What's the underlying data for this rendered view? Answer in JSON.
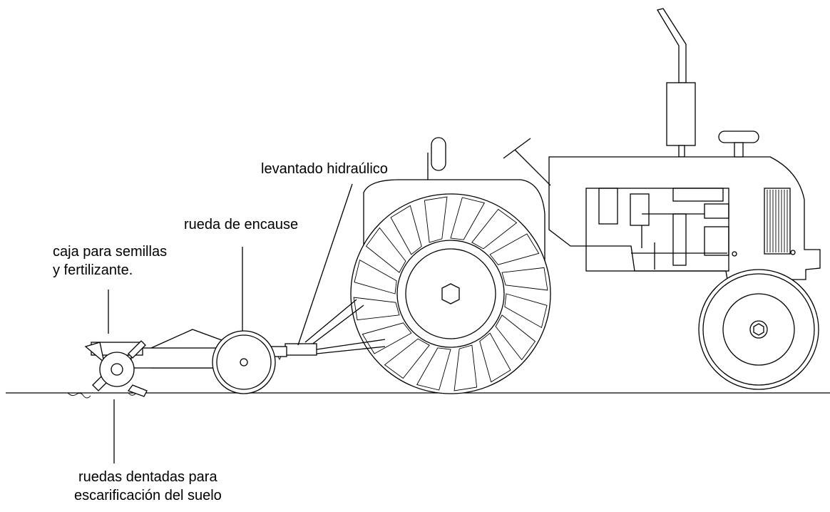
{
  "labels": {
    "hydraulic_lift": "levantado hidraúlico",
    "depth_wheel": "rueda de encause",
    "seed_box_line1": "caja para semillas",
    "seed_box_line2": "y fertilizante.",
    "scarifier_line1": "ruedas dentadas para",
    "scarifier_line2": "escarificación del suelo"
  },
  "colors": {
    "line": "#000000",
    "background": "#ffffff"
  }
}
